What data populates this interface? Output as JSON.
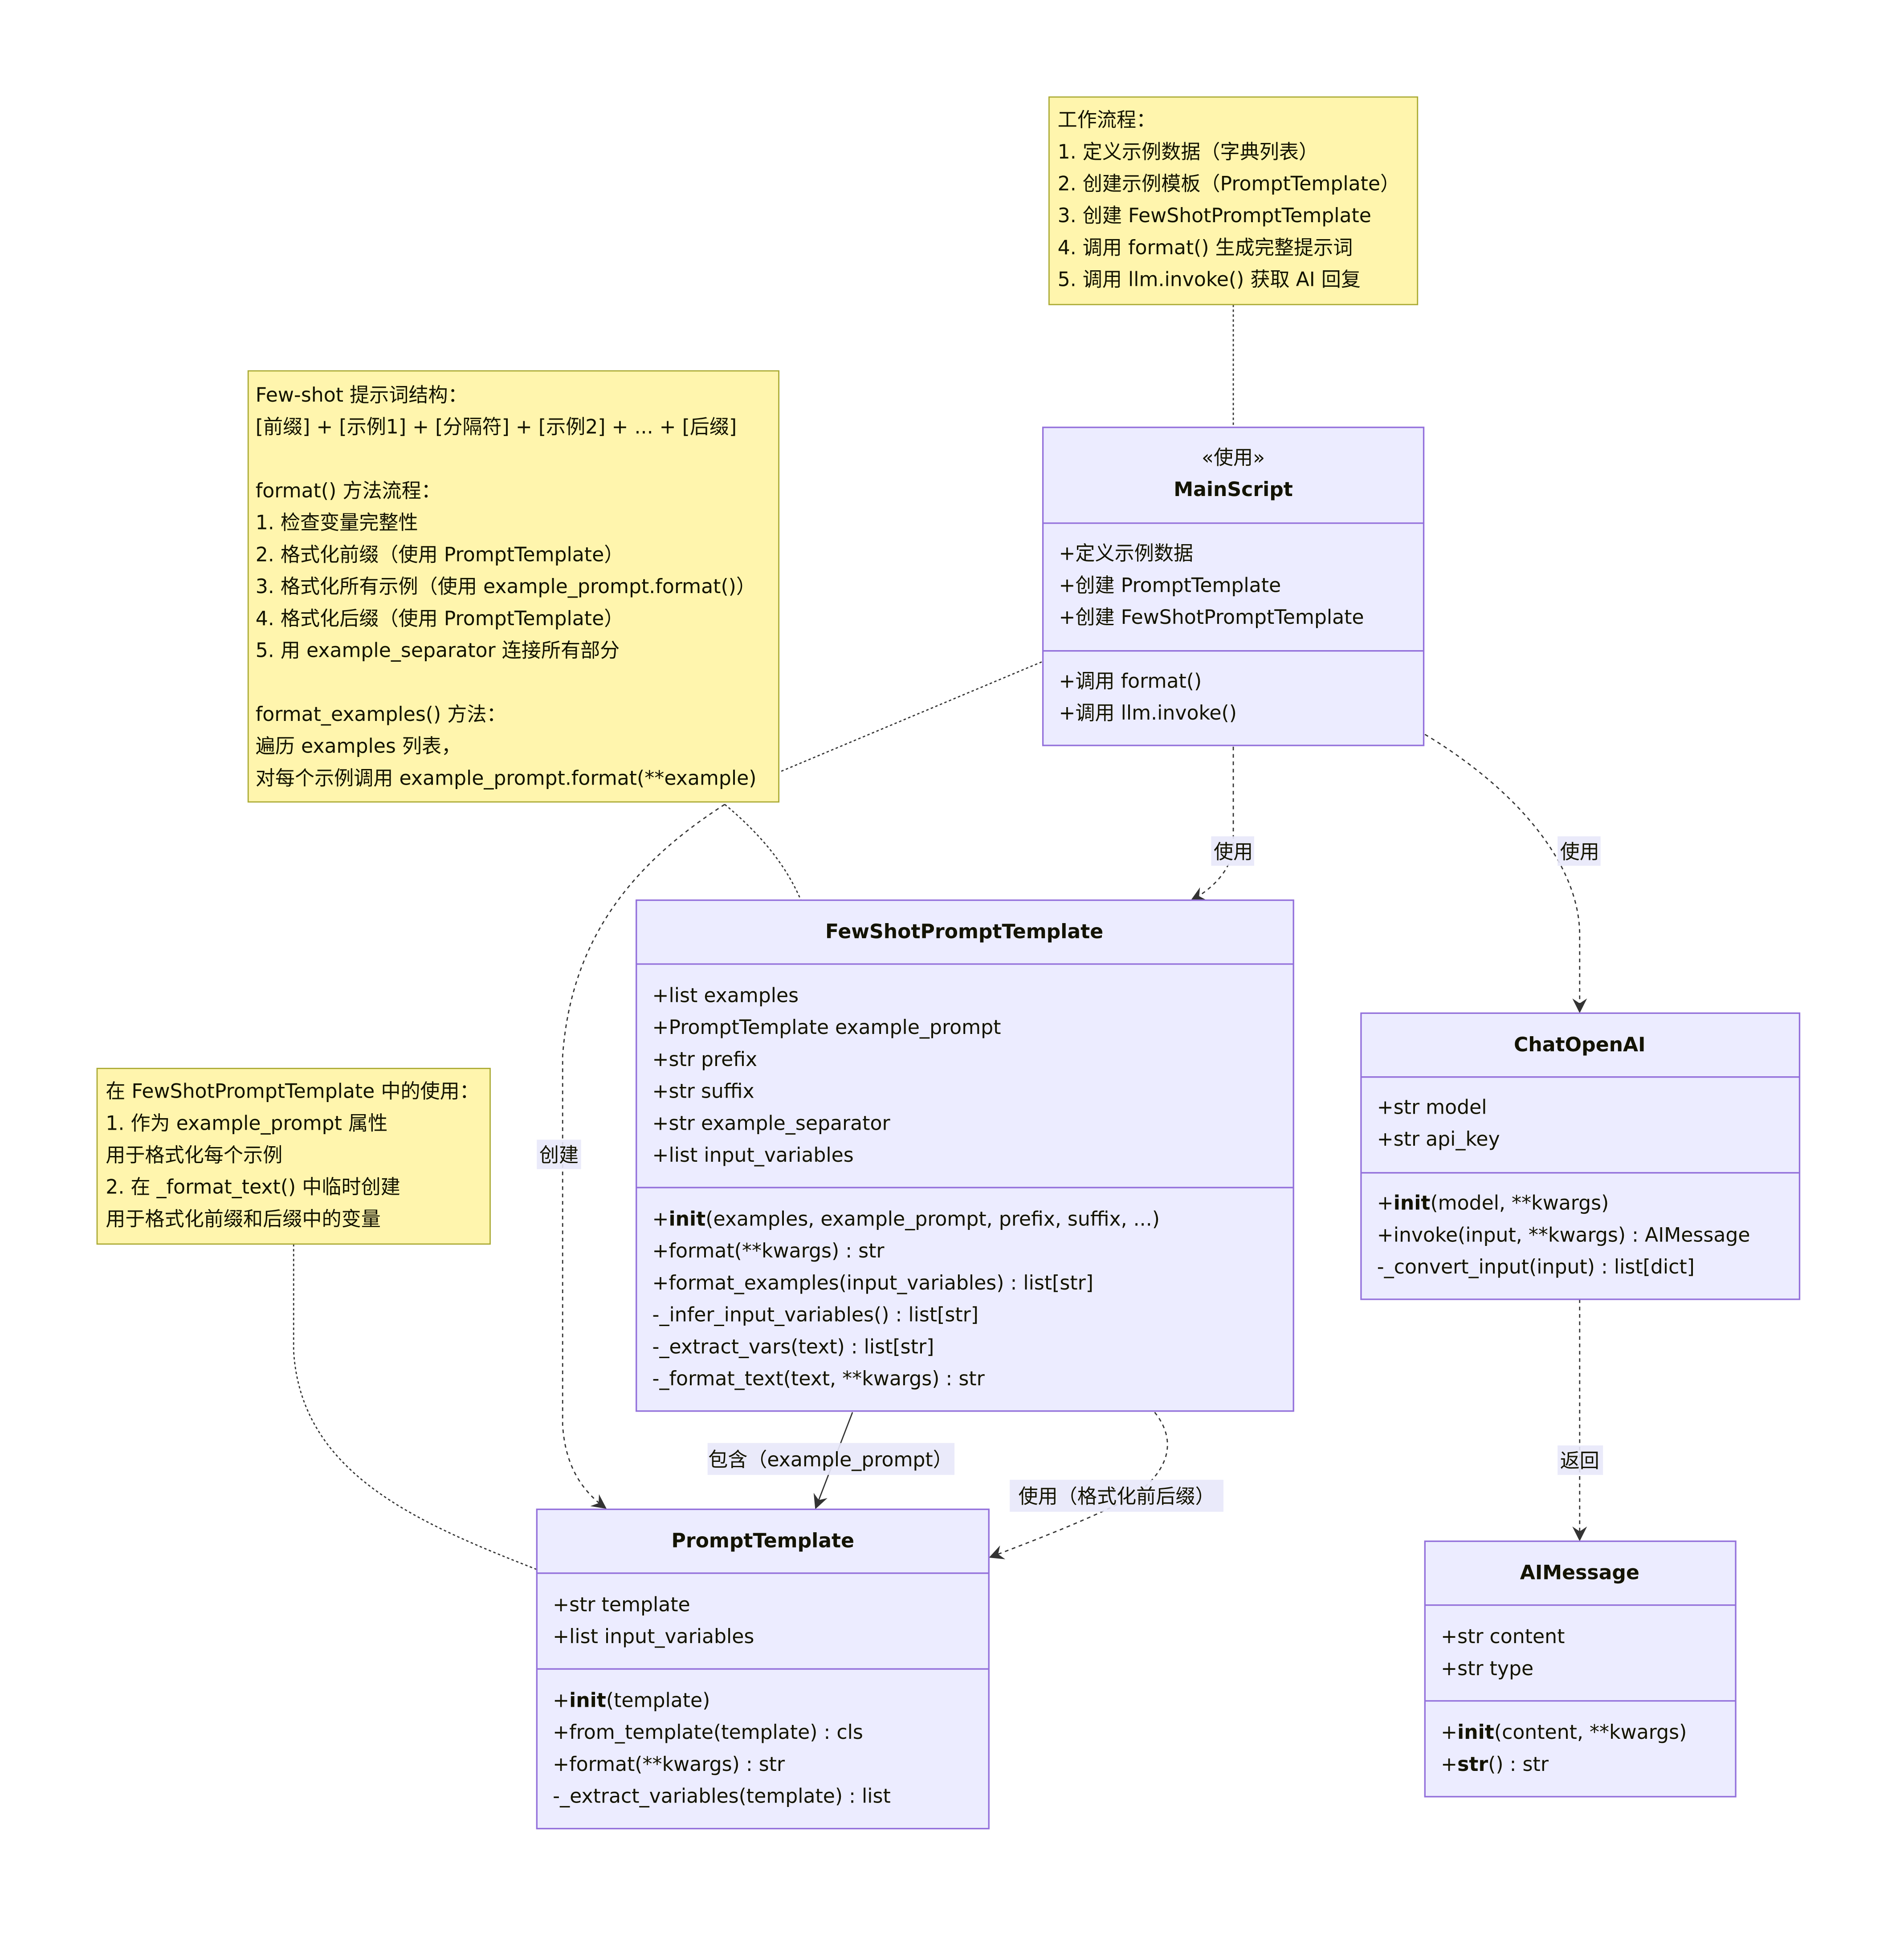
{
  "notes": {
    "workflow": {
      "lines": [
        "工作流程：",
        "1. 定义示例数据（字典列表）",
        "2. 创建示例模板（PromptTemplate）",
        "3. 创建 FewShotPromptTemplate",
        "4. 调用 format() 生成完整提示词",
        "5. 调用 llm.invoke() 获取 AI 回复"
      ]
    },
    "structure": {
      "lines": [
        "Few-shot 提示词结构：",
        "[前缀] + [示例1] + [分隔符] + [示例2] + ... + [后缀]",
        "",
        "format() 方法流程：",
        "1. 检查变量完整性",
        "2. 格式化前缀（使用 PromptTemplate）",
        "3. 格式化所有示例（使用 example_prompt.format()）",
        "4. 格式化后缀（使用 PromptTemplate）",
        "5. 用 example_separator 连接所有部分",
        "",
        "format_examples() 方法：",
        "遍历 examples 列表，",
        "对每个示例调用 example_prompt.format(**example)"
      ]
    },
    "usage": {
      "lines": [
        "在 FewShotPromptTemplate 中的使用：",
        "1. 作为 example_prompt 属性",
        "用于格式化每个示例",
        "2. 在 _format_text() 中临时创建",
        "用于格式化前缀和后缀中的变量"
      ]
    }
  },
  "classes": {
    "main_script": {
      "stereotype": "«使用»",
      "name": "MainScript",
      "attributes": [
        "+定义示例数据",
        "+创建 PromptTemplate",
        "+创建 FewShotPromptTemplate"
      ],
      "methods": [
        {
          "prefix": "+调用 format()",
          "bold": "",
          "suffix": ""
        },
        {
          "prefix": "+调用 llm.invoke()",
          "bold": "",
          "suffix": ""
        }
      ]
    },
    "few_shot": {
      "name": "FewShotPromptTemplate",
      "attributes": [
        "+list examples",
        "+PromptTemplate example_prompt",
        "+str prefix",
        "+str suffix",
        "+str example_separator",
        "+list input_variables"
      ],
      "methods": [
        {
          "prefix": "+",
          "bold": "init",
          "suffix": "(examples, example_prompt, prefix, suffix, ...)"
        },
        {
          "prefix": "+format(**kwargs) : str",
          "bold": "",
          "suffix": ""
        },
        {
          "prefix": "+format_examples(input_variables) : list[str]",
          "bold": "",
          "suffix": ""
        },
        {
          "prefix": "-_infer_input_variables() : list[str]",
          "bold": "",
          "suffix": ""
        },
        {
          "prefix": "-_extract_vars(text) : list[str]",
          "bold": "",
          "suffix": ""
        },
        {
          "prefix": "-_format_text(text, **kwargs) : str",
          "bold": "",
          "suffix": ""
        }
      ]
    },
    "chat_openai": {
      "name": "ChatOpenAI",
      "attributes": [
        "+str model",
        "+str api_key"
      ],
      "methods": [
        {
          "prefix": "+",
          "bold": "init",
          "suffix": "(model, **kwargs)"
        },
        {
          "prefix": "+invoke(input, **kwargs) : AIMessage",
          "bold": "",
          "suffix": ""
        },
        {
          "prefix": "-_convert_input(input) : list[dict]",
          "bold": "",
          "suffix": ""
        }
      ]
    },
    "prompt_template": {
      "name": "PromptTemplate",
      "attributes": [
        "+str template",
        "+list input_variables"
      ],
      "methods": [
        {
          "prefix": "+",
          "bold": "init",
          "suffix": "(template)"
        },
        {
          "prefix": "+from_template(template) : cls",
          "bold": "",
          "suffix": ""
        },
        {
          "prefix": "+format(**kwargs) : str",
          "bold": "",
          "suffix": ""
        },
        {
          "prefix": "-_extract_variables(template) : list",
          "bold": "",
          "suffix": ""
        }
      ]
    },
    "ai_message": {
      "name": "AIMessage",
      "attributes": [
        "+str content",
        "+str type"
      ],
      "methods": [
        {
          "prefix": "+",
          "bold": "init",
          "suffix": "(content, **kwargs)"
        },
        {
          "prefix": "+",
          "bold": "str",
          "suffix": "() : str"
        }
      ]
    }
  },
  "relations": {
    "main_to_fewshot": "使用",
    "main_to_chat": "使用",
    "main_to_prompt": "创建",
    "fewshot_contains_prompt": "包含（example_prompt）",
    "fewshot_uses_prompt": "使用（格式化前后缀）",
    "chat_returns_msg": "返回"
  },
  "colors": {
    "note_fill": "#fff5ad",
    "note_border": "#aaaa33",
    "class_fill": "#ececff",
    "class_border": "#9370db",
    "edge": "#333333"
  }
}
